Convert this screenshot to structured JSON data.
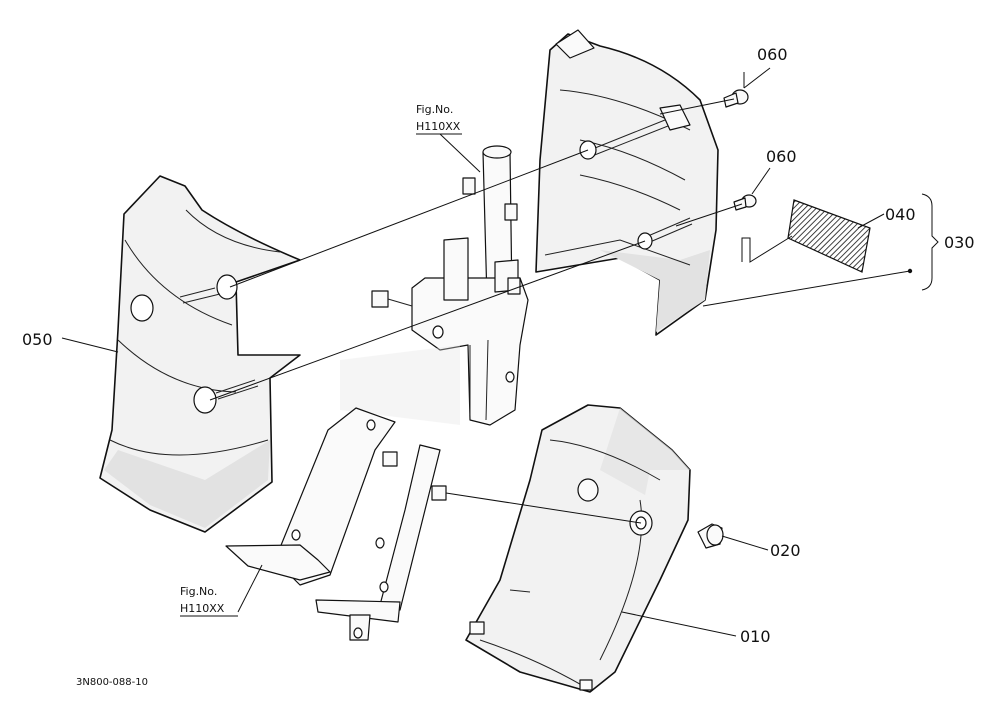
{
  "parts": {
    "p010": "010",
    "p020": "020",
    "p030": "030",
    "p040": "040",
    "p050": "050",
    "p060a": "060",
    "p060b": "060"
  },
  "figure_refs": {
    "top": {
      "line1": "Fig.No.",
      "line2": "H110XX"
    },
    "bottom": {
      "line1": "Fig.No.",
      "line2": "H110XX"
    }
  },
  "drawing_code": "3N800-088-10"
}
